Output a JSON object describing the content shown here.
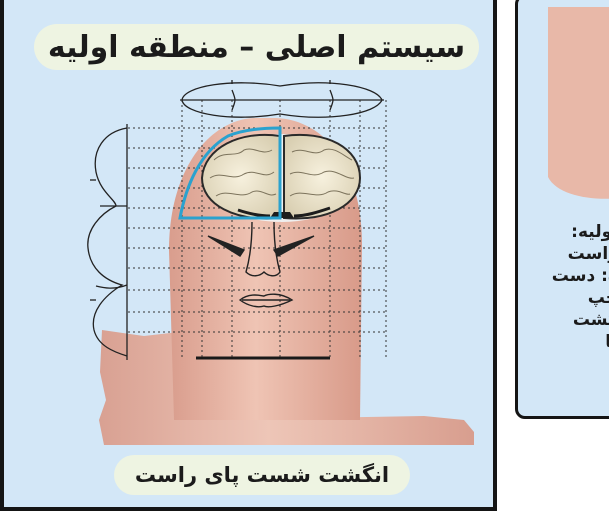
{
  "title": "سیستم اصلی – منطقه اولیه",
  "caption": "انگشت شست پای راست",
  "side_panel": {
    "lines": [
      "اولیه:",
      "راست",
      "ه: دست",
      "چپ",
      "گشت",
      "پا"
    ]
  },
  "colors": {
    "panel_bg": "#d3e7f7",
    "pill_bg": "#eef4e2",
    "skin": "#e8b8a8",
    "highlight": "#2aa2cf"
  }
}
